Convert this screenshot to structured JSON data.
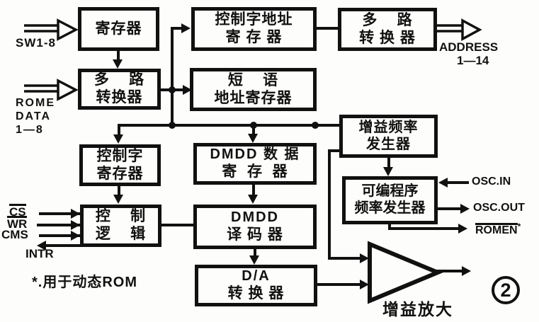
{
  "page": {
    "background": "#fdfdfb",
    "ink": "#111111"
  },
  "boxes": [
    {
      "name": "register",
      "lines": [
        "寄存器"
      ]
    },
    {
      "name": "multiplexer-left",
      "lines": [
        "多    路",
        "转换器"
      ]
    },
    {
      "name": "control-word-address-register",
      "lines": [
        "控制字地址",
        "寄 存 器"
      ]
    },
    {
      "name": "multiplexer-right",
      "lines": [
        "多    路",
        "转 换 器"
      ]
    },
    {
      "name": "phrase-address-register",
      "lines": [
        "短    语",
        "地址寄存器"
      ]
    },
    {
      "name": "control-word-register",
      "lines": [
        "控制字",
        "寄存器"
      ]
    },
    {
      "name": "dmdd-data-register",
      "lines": [
        "DMDD 数 据",
        "寄  存  器"
      ]
    },
    {
      "name": "control-logic",
      "lines": [
        "控    制",
        "逻    辑"
      ]
    },
    {
      "name": "dmdd-decoder",
      "lines": [
        "DMDD",
        "译 码 器"
      ]
    },
    {
      "name": "da-converter",
      "lines": [
        "D/A",
        "转 换 器"
      ]
    },
    {
      "name": "gain-frequency-generator",
      "lines": [
        "增益频率",
        "发生器"
      ]
    },
    {
      "name": "programmable-frequency-generator",
      "lines": [
        "可编程序",
        "频率发生器"
      ]
    }
  ],
  "signals": {
    "sw": "SW1-8",
    "rome_data": [
      "ROME",
      "DATA",
      "1—8"
    ],
    "address": [
      "ADDRESS",
      "1—14"
    ],
    "cs": "CS",
    "wr": "WR",
    "cms": "CMS",
    "intr": "INTR",
    "osc_in": "OSC.IN",
    "osc_out": "OSC.OUT",
    "romen": "ROMEN",
    "romen_star": "*"
  },
  "annotations": {
    "footnote": "*.用于动态ROM",
    "amplifier_label": "增益放大",
    "figure_number": "2"
  }
}
